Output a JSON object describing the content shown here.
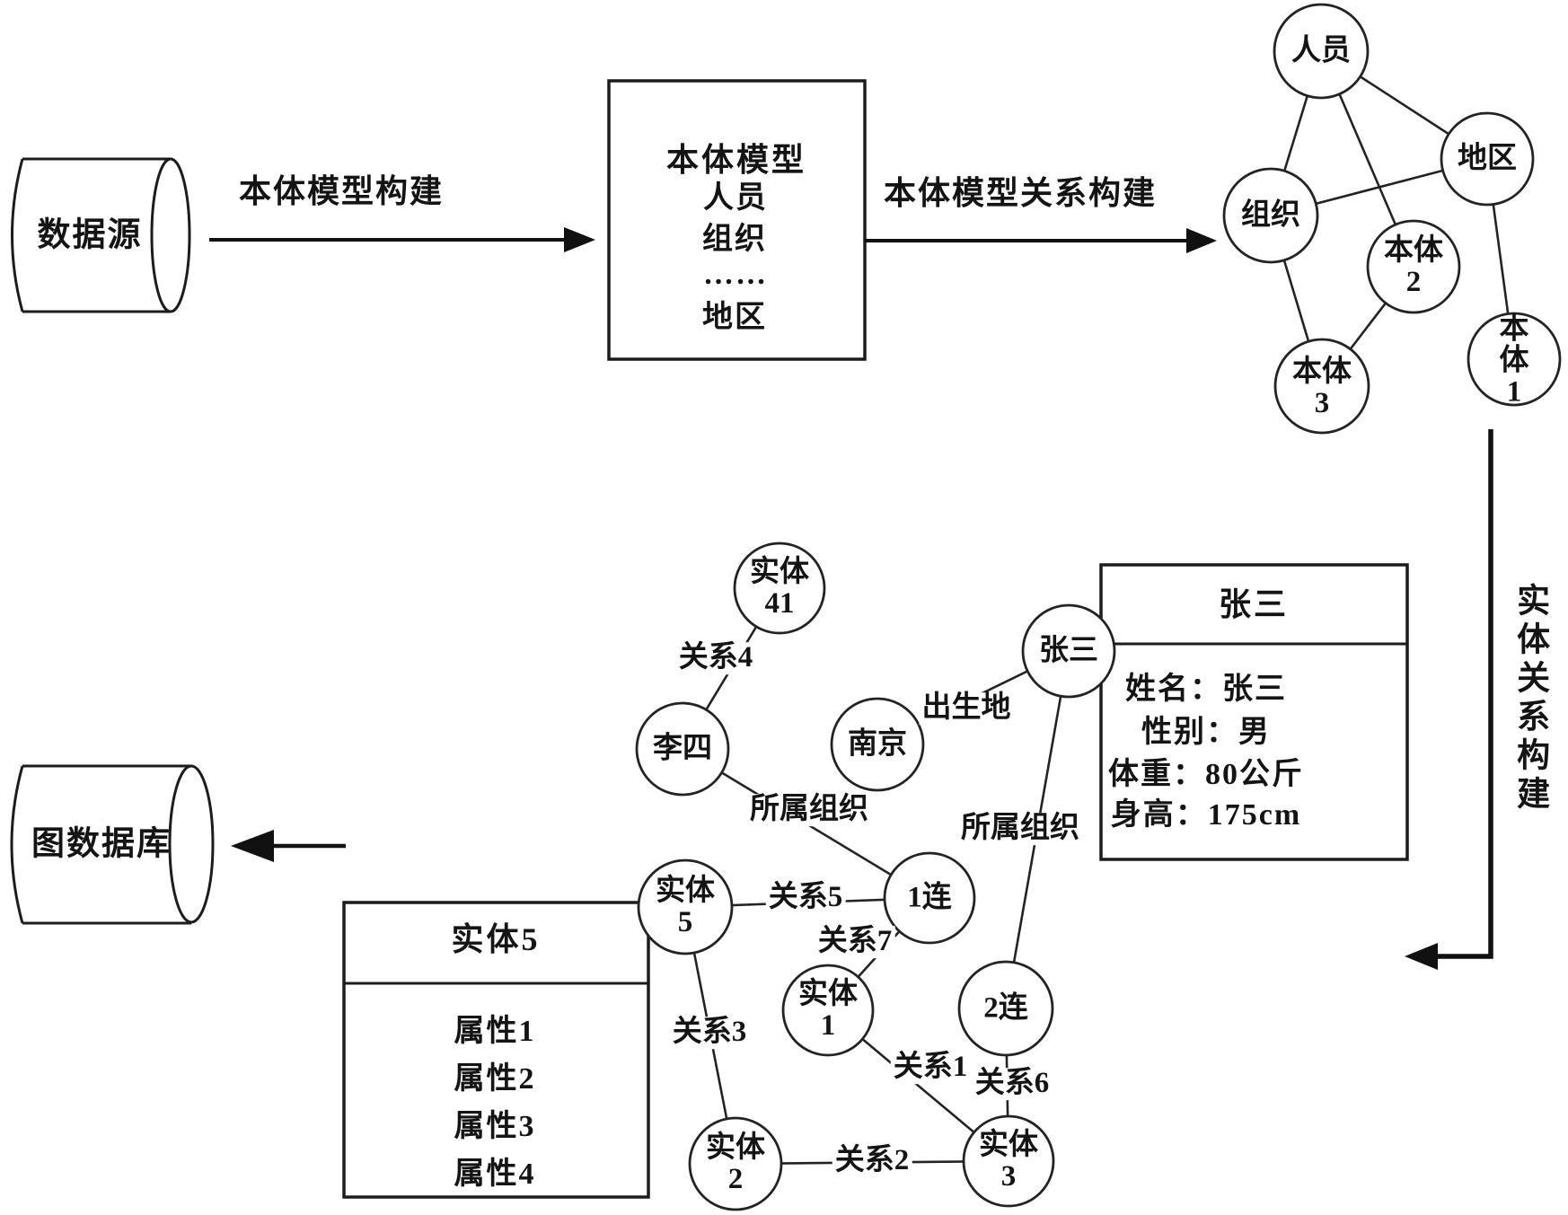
{
  "diagram": {
    "source_cylinder_label": "数据源",
    "graphdb_cylinder_label": "图数据库",
    "arrow_ontology_build_label": "本体模型构建",
    "arrow_ontology_relation_label": "本体模型关系构建",
    "arrow_entity_relation_label": "实体关系构建",
    "ontology_box": {
      "title": "本体模型",
      "items": [
        "人员",
        "组织",
        "……",
        "地区"
      ]
    },
    "ontology_graph_nodes": {
      "person": "人员",
      "region": "地区",
      "organization": "组织",
      "ontology2": "本体\n2",
      "ontology3": "本体\n3",
      "ontology1": "本体\n1"
    },
    "entity_graph_nodes": {
      "entity41": "实体\n41",
      "lisi": "李四",
      "nanjing": "南京",
      "zhangsan": "张三",
      "entity5": "实体\n5",
      "lian1": "1连",
      "entity1": "实体\n1",
      "lian2": "2连",
      "entity2": "实体\n2",
      "entity3": "实体\n3"
    },
    "edge_labels": {
      "rel4": "关系4",
      "birthplace": "出生地",
      "org_left": "所属组织",
      "org_right": "所属组织",
      "rel5": "关系5",
      "rel7": "关系7",
      "rel3": "关系3",
      "rel1": "关系1",
      "rel6": "关系6",
      "rel2": "关系2"
    },
    "zhangsan_card": {
      "title": "张三",
      "attributes": [
        "姓名：张三",
        "性别：男",
        "体重：80公斤",
        "身高：175cm"
      ]
    },
    "entity5_card": {
      "title": "实体5",
      "attributes": [
        "属性1",
        "属性2",
        "属性3",
        "属性4"
      ]
    }
  }
}
